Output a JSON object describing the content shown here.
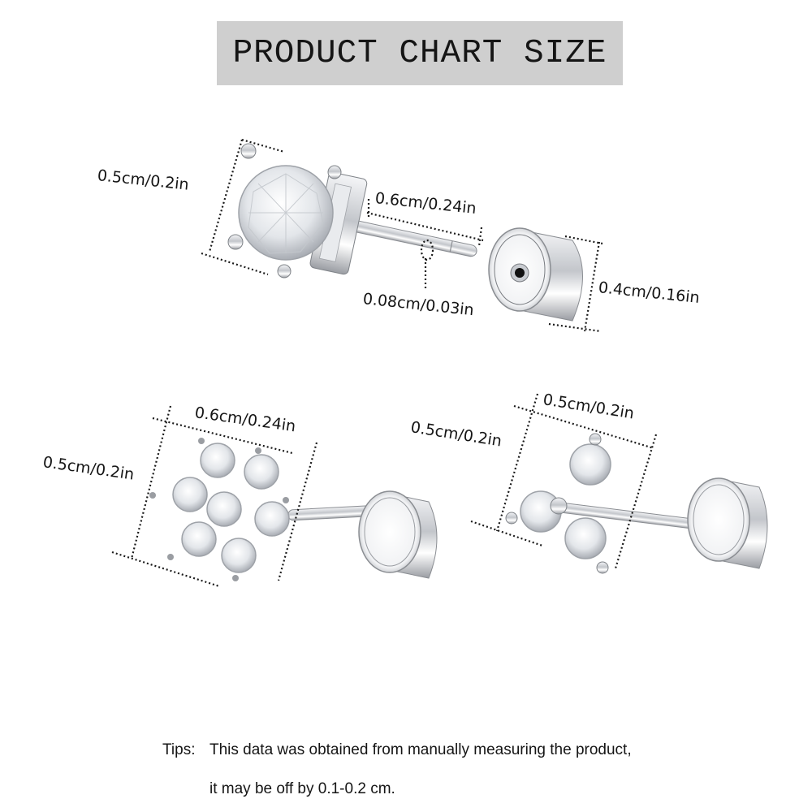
{
  "title": "PRODUCT CHART SIZE",
  "colors": {
    "banner_bg": "#cfcfcf",
    "text": "#151515",
    "metal": "#c9cbcf",
    "metal_dark": "#8a8d92",
    "gem": "#eef0f3",
    "dotted_line": "#1a1a1a"
  },
  "products": [
    {
      "name": "Round solitaire stud with screw-back",
      "dimensions": {
        "gem_height": "0.5cm/0.2in",
        "post_length": "0.6cm/0.24in",
        "post_diameter": "0.08cm/0.03in",
        "back_diameter": "0.4cm/0.16in"
      }
    },
    {
      "name": "Flower cluster stud with screw-back",
      "dimensions": {
        "width": "0.6cm/0.24in",
        "height": "0.5cm/0.2in"
      }
    },
    {
      "name": "Three-stone cluster stud with screw-back",
      "dimensions": {
        "width": "0.5cm/0.2in",
        "height": "0.5cm/0.2in"
      }
    }
  ],
  "tips": {
    "label": "Tips:",
    "line1": "This data was obtained from manually measuring the product,",
    "line2": "it may be off by 0.1-0.2 cm."
  }
}
